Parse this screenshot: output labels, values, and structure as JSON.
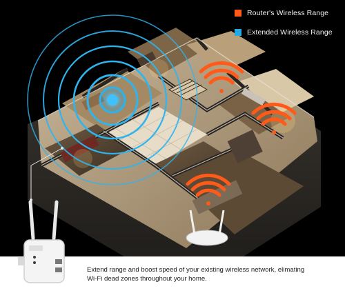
{
  "legend": {
    "items": [
      {
        "label": "Router's Wireless Range",
        "color": "#ff5a1a",
        "icon": "orange-square-icon"
      },
      {
        "label": "Extended Wireless Range",
        "color": "#23a9e6",
        "icon": "blue-square-icon"
      }
    ]
  },
  "caption": {
    "line1": "Extend range and boost speed of your existing wireless network, elimating",
    "line2": "Wi-Fi dead zones throughout your home."
  },
  "colors": {
    "background": "#000000",
    "router_signal": "#ff5a1a",
    "extender_signal": "#23a9e6",
    "caption_band": "#ffffff"
  },
  "icons": [
    "wifi-signal-icon",
    "signal-ring-icon",
    "range-extender-icon",
    "router-icon"
  ]
}
